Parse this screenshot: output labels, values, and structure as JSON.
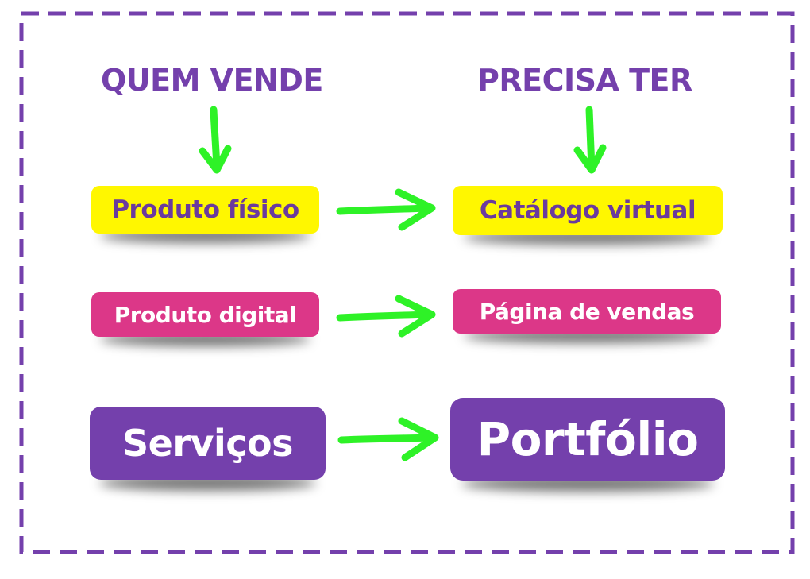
{
  "colors": {
    "purple": "#7440AC",
    "yellow": "#FFF700",
    "pink": "#DC3788",
    "green": "#2EF227",
    "frame": "#7440AC",
    "text_dark": "#6A3A9E",
    "text_light": "#FFFFFF"
  },
  "headings": {
    "left": "QUEM VENDE",
    "right": "PRECISA TER"
  },
  "rows": [
    {
      "seller": {
        "label": "Produto físico",
        "style": "yellow"
      },
      "needs": {
        "label": "Catálogo virtual",
        "style": "yellow"
      }
    },
    {
      "seller": {
        "label": "Produto digital",
        "style": "pink"
      },
      "needs": {
        "label": "Página de vendas",
        "style": "pink"
      }
    },
    {
      "seller": {
        "label": "Serviços",
        "style": "purple"
      },
      "needs": {
        "label": "Portfólio",
        "style": "purple"
      }
    }
  ],
  "icons": {
    "down": "arrow-down-icon",
    "right": "arrow-right-icon"
  }
}
